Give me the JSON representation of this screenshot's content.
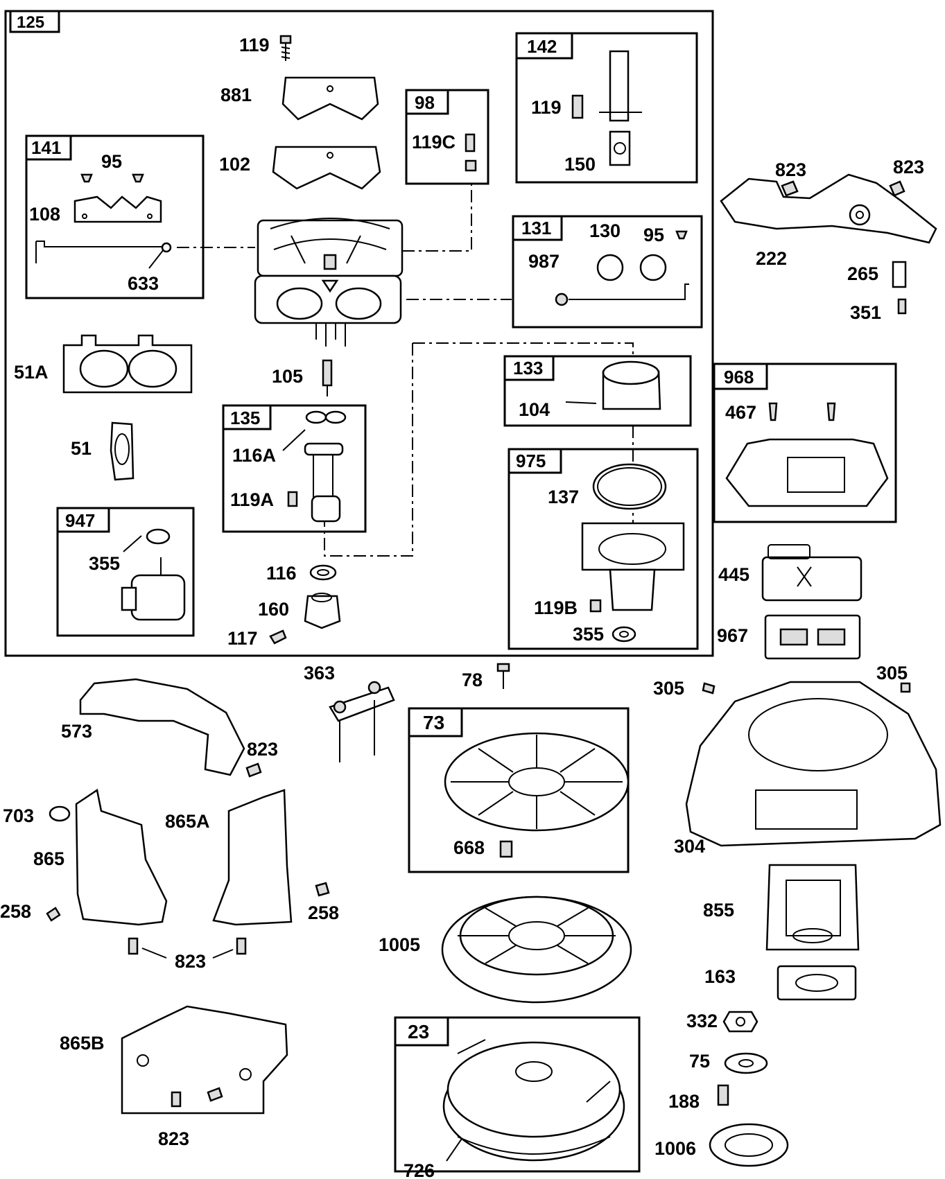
{
  "groups": {
    "g125": "125",
    "g141": "141",
    "g98": "98",
    "g142": "142",
    "g131": "131",
    "g133": "133",
    "g135": "135",
    "g975": "975",
    "g947": "947",
    "g968": "968",
    "g73": "73",
    "g23": "23"
  },
  "labels": {
    "p119_top": "119",
    "p881": "881",
    "p102": "102",
    "p95_141": "95",
    "p108": "108",
    "p633": "633",
    "p119C": "119C",
    "p119_142": "119",
    "p150": "150",
    "p130": "130",
    "p95_131": "95",
    "p987": "987",
    "p51A": "51A",
    "p51": "51",
    "p105": "105",
    "p104": "104",
    "p116A": "116A",
    "p119A": "119A",
    "p137": "137",
    "p355_947": "355",
    "p116": "116",
    "p160": "160",
    "p117": "117",
    "p119B": "119B",
    "p355_975": "355",
    "p823_a": "823",
    "p823_b": "823",
    "p222": "222",
    "p265": "265",
    "p351": "351",
    "p467": "467",
    "p445": "445",
    "p967": "967",
    "p363": "363",
    "p78": "78",
    "p305_a": "305",
    "p305_b": "305",
    "p573": "573",
    "p823_c": "823",
    "p703": "703",
    "p865A": "865A",
    "p865": "865",
    "p258_a": "258",
    "p258_b": "258",
    "p823_d": "823",
    "p668": "668",
    "p304": "304",
    "p855": "855",
    "p1005": "1005",
    "p163": "163",
    "p332": "332",
    "p865B": "865B",
    "p75": "75",
    "p188": "188",
    "p823_e": "823",
    "p726": "726",
    "p1006": "1006"
  }
}
